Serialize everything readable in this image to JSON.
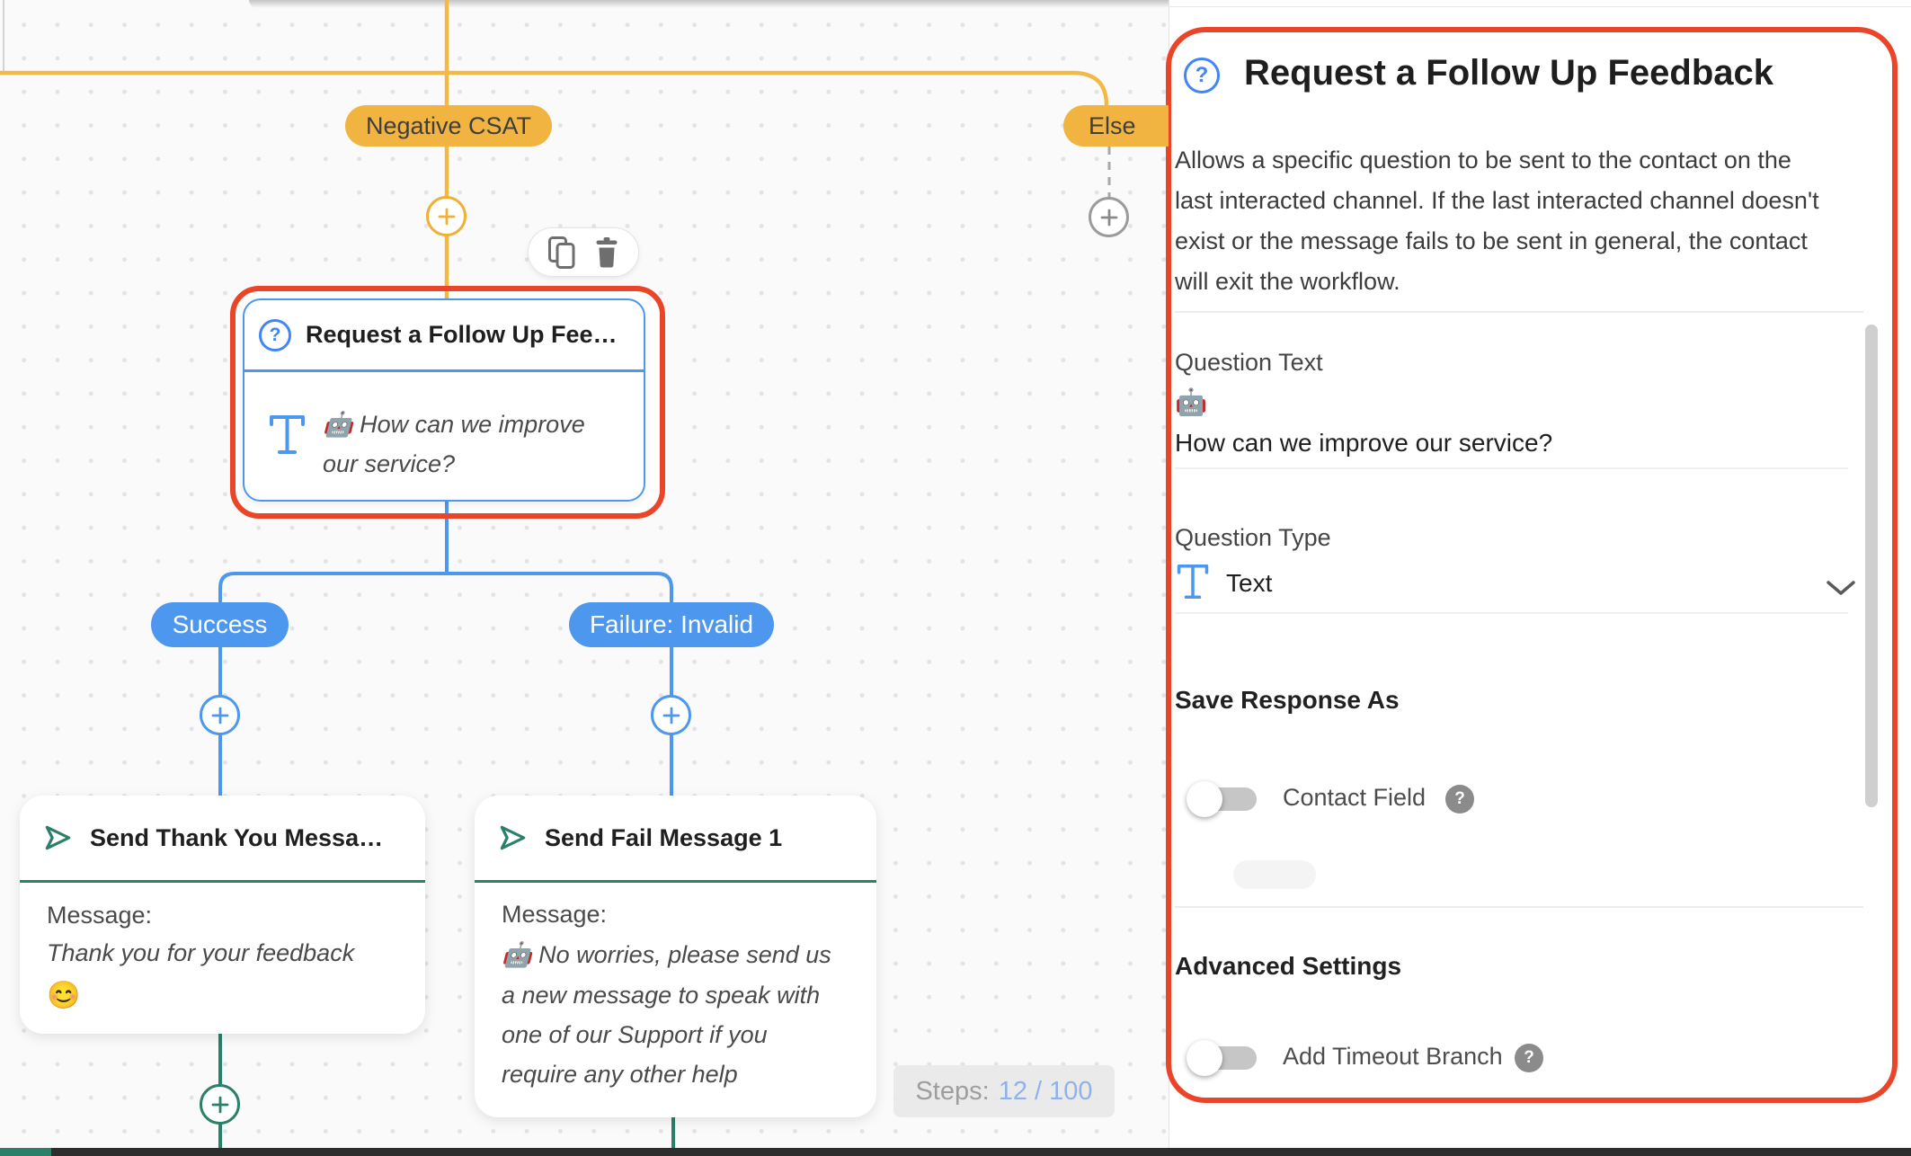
{
  "icons": {
    "help_glyph": "?"
  },
  "colors": {
    "selection_red": "#EA4528",
    "branch_orange": "#F1B441",
    "wire_orange": "#F3B945",
    "flow_blue": "#4E97EE",
    "help_blue": "#4285F4",
    "flow_teal": "#2A8068",
    "steps_blue": "#8FB3E8"
  },
  "canvas": {
    "badges": {
      "negative_csat": "Negative CSAT",
      "else": "Else",
      "success": "Success",
      "failure": "Failure: Invalid"
    },
    "selected_node": {
      "title": "Request a Follow Up Fee…",
      "body_line1": "🤖 How can we improve",
      "body_line2": "our service?"
    },
    "thank_you_node": {
      "title": "Send Thank You Messa…",
      "message_label": "Message:",
      "message": "Thank you for your feedback",
      "emoji": "😊"
    },
    "fail_node": {
      "title": "Send Fail Message 1",
      "message_label": "Message:",
      "lines": [
        "🤖 No worries, please send us",
        "a new message to speak with",
        "one of our Support if you",
        "require any other help"
      ]
    },
    "steps_label": "Steps:",
    "steps_value": "12 / 100"
  },
  "panel": {
    "title": "Request a Follow Up Feedback",
    "description_lines": [
      "Allows a specific question to be sent to the contact on the",
      "last interacted channel. If the last interacted channel doesn't",
      "exist or the message fails to be sent in general, the contact",
      "will exit the workflow."
    ],
    "question_text_label": "Question Text",
    "question_text_emoji": "🤖",
    "question_text_value": "How can we improve our service?",
    "question_type_label": "Question Type",
    "question_type_value": "Text",
    "save_response_heading": "Save Response As",
    "contact_field_label": "Contact Field",
    "advanced_heading": "Advanced Settings",
    "timeout_label": "Add Timeout Branch"
  }
}
